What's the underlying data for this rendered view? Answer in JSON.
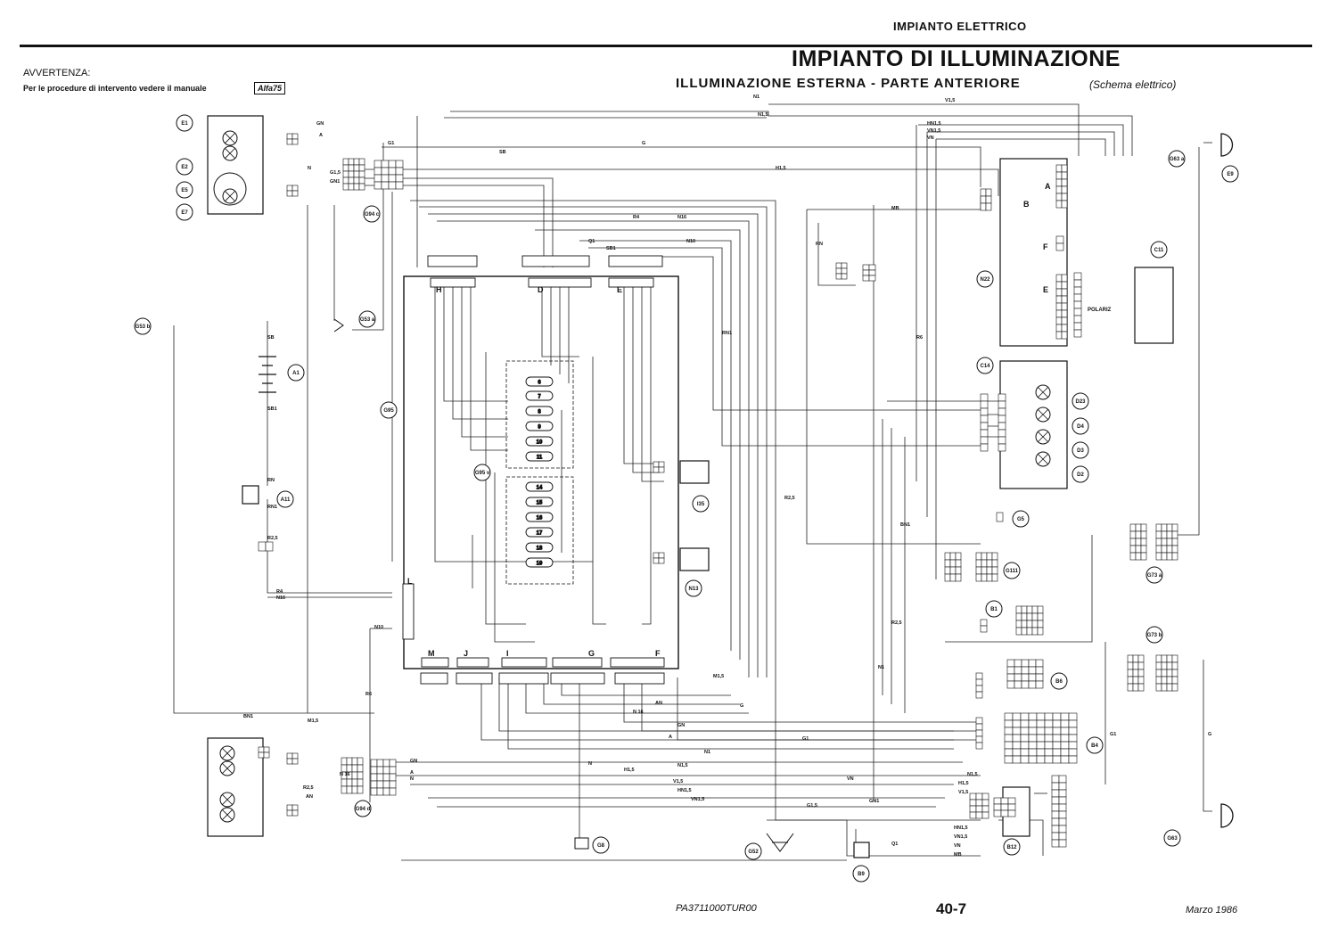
{
  "header": {
    "section": "IMPIANTO ELETTRICO",
    "title": "IMPIANTO DI ILLUMINAZIONE",
    "subtitle": "ILLUMINAZIONE ESTERNA - PARTE ANTERIORE",
    "subtitle_note": "(Schema elettrico)"
  },
  "warning": {
    "title": "AVVERTENZA:",
    "text": "Per le procedure di intervento vedere il manuale",
    "badge": "Alfa75"
  },
  "footer": {
    "code": "PA3711000TUR00",
    "page": "40-7",
    "date": "Marzo 1986"
  },
  "components": [
    "E1",
    "E2",
    "E5",
    "E7",
    "E9",
    "G94 c",
    "G53 a",
    "G53 b",
    "G63 a",
    "G63",
    "A1",
    "A11",
    "G95",
    "G95 v",
    "I35",
    "N13",
    "N22",
    "C11",
    "C14",
    "D23",
    "D4",
    "D3",
    "D2",
    "G5",
    "G111",
    "B1",
    "B6",
    "B4",
    "B12",
    "B9",
    "G52",
    "G8",
    "G94 d",
    "G73 a",
    "G73 b"
  ],
  "connectors": [
    "H",
    "D",
    "E",
    "M",
    "J",
    "I",
    "G",
    "F",
    "L",
    "A",
    "B",
    "F",
    "E"
  ],
  "fuses": [
    "6",
    "7",
    "8",
    "9",
    "10",
    "11",
    "14",
    "15",
    "16",
    "17",
    "18",
    "19"
  ],
  "wire_codes": [
    "GN",
    "A",
    "N",
    "N1",
    "N1,5",
    "H1,5",
    "V1,5",
    "HN1,5",
    "VN1,5",
    "VN",
    "G",
    "G1",
    "G1,5",
    "GN1",
    "Q1",
    "MB",
    "SB",
    "SB1",
    "RN",
    "RN1",
    "R2,5",
    "R4",
    "N16",
    "N10",
    "R6",
    "BN1",
    "M1,5",
    "R2,5",
    "AN",
    "N 16"
  ],
  "polariz_label": "POLARIZ"
}
